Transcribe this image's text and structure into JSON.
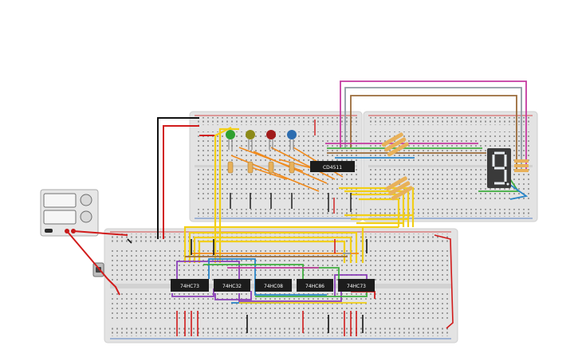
{
  "circuit": {
    "colors": {
      "background": "#ffffff",
      "breadboard": "#e3e3e3",
      "rail_red": "#d11b1b",
      "rail_blue": "#2a62b8",
      "wire_yellow": "#f2cf17",
      "wire_orange": "#f08a1c",
      "wire_red": "#d11b1b",
      "wire_black": "#111111",
      "wire_purple": "#8a3fb8",
      "wire_green": "#3fae3f",
      "wire_blue": "#2a86c9",
      "wire_magenta": "#c43aa0",
      "wire_brown": "#9b6b3a",
      "wire_gray": "#8f9aa3",
      "chip": "#1c1c1c"
    },
    "power_supply": {
      "name": "power-supply",
      "displays": 2,
      "knobs": 2
    },
    "pushbutton": {
      "name": "reset-pushbutton"
    },
    "leds": [
      {
        "name": "led-green",
        "color": "#2fa02f"
      },
      {
        "name": "led-olive",
        "color": "#8c8a18"
      },
      {
        "name": "led-red",
        "color": "#a11a1a"
      },
      {
        "name": "led-blue",
        "color": "#2d6db0"
      }
    ],
    "decoder_ic": {
      "label": "CD4511"
    },
    "chips": [
      {
        "label": "74HC73"
      },
      {
        "label": "74HC32"
      },
      {
        "label": "74HC08"
      },
      {
        "label": "74HC86"
      },
      {
        "label": "74HC73"
      }
    ],
    "seven_segment": {
      "digit": "9"
    }
  }
}
